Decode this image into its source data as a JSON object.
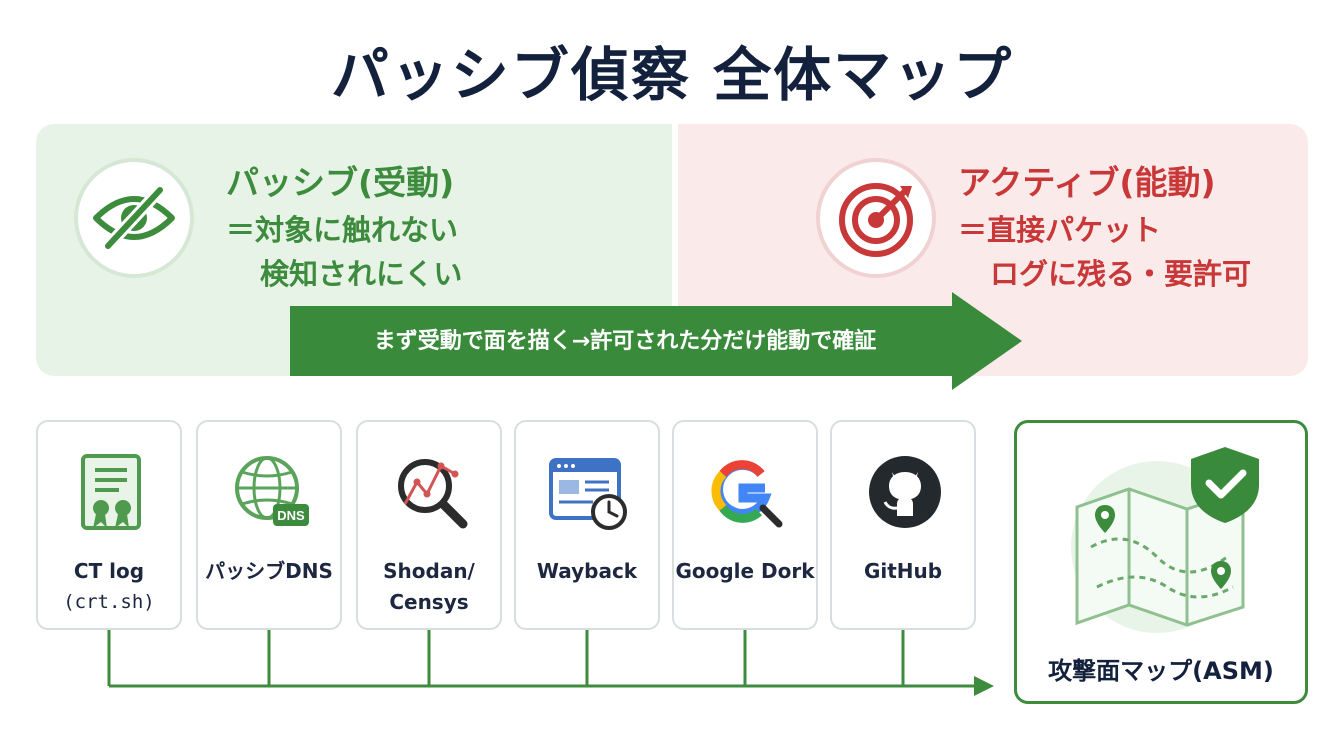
{
  "title": "パッシブ偵察 全体マップ",
  "passive": {
    "heading": "パッシブ(受動)",
    "line1": "＝対象に触れない",
    "line2": "検知されにくい",
    "icon": "eye-slash-icon"
  },
  "active": {
    "heading": "アクティブ(能動)",
    "line1": "＝直接パケット",
    "line2": "ログに残る・要許可",
    "icon": "target-icon"
  },
  "flow_arrow": {
    "text": "まず受動で面を描く→許可された分だけ能動で確証"
  },
  "sources": [
    {
      "label": "CT log",
      "sublabel": "(crt.sh)",
      "icon": "certificate-icon"
    },
    {
      "label": "パッシブDNS",
      "icon": "globe-dns-icon",
      "badge": "DNS"
    },
    {
      "label": "Shodan/",
      "label2": "Censys",
      "icon": "search-graph-icon"
    },
    {
      "label": "Wayback",
      "icon": "browser-history-icon"
    },
    {
      "label": "Google Dork",
      "icon": "google-search-icon"
    },
    {
      "label": "GitHub",
      "icon": "github-icon"
    }
  ],
  "result": {
    "label": "攻撃面マップ(ASM)",
    "icon": "map-shield-icon"
  },
  "colors": {
    "passive_green": "#3d8b3d",
    "active_red": "#c93838",
    "passive_bg": "#e8f3e8",
    "active_bg": "#fbeaea"
  }
}
